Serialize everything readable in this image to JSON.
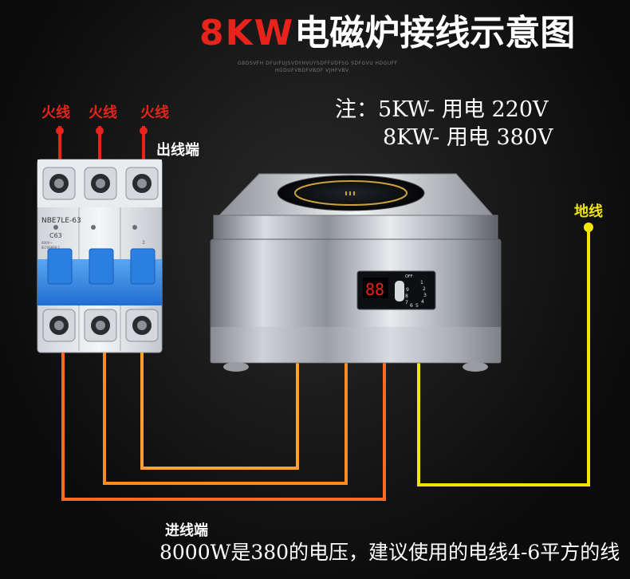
{
  "title": {
    "accent": "8KW",
    "main": "电磁炉接线示意图"
  },
  "subtitle_lines": [
    "GBDSVFH DFUIFUJSVDYHVUYSDFFUDFSG SDFGVU HDGUFF",
    "HGDUFVBDFVBDF VJHFVBV"
  ],
  "notes": [
    "注：5KW- 用电 220V",
    "8KW- 用电 380V"
  ],
  "labels": {
    "live": [
      "火线",
      "火线",
      "火线"
    ],
    "outlet_end": "出线端",
    "inlet_end": "进线端",
    "ground": "地线"
  },
  "breaker": {
    "model": "NBE7LE-63",
    "rating": "C63",
    "small_text": [
      "400V~",
      "IEC60898-1",
      "3"
    ]
  },
  "cooker_knob": {
    "off_label": "OFF",
    "dial_numbers": [
      "1",
      "2",
      "3",
      "4",
      "5",
      "6",
      "7",
      "8",
      "9"
    ],
    "display": "88"
  },
  "bottom_note": "8000W是380的电压，建议使用的电线4-6平方的线",
  "colors": {
    "fire": "#e8231b",
    "ground": "#f2e600",
    "wire_orange": "#ff8a1e",
    "breaker_blue": "#2f86e6"
  }
}
